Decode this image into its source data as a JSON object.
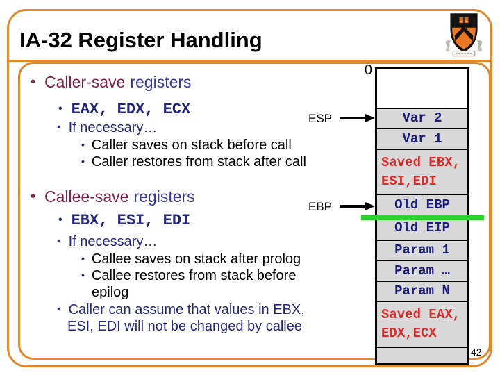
{
  "title": "IA-32 Register Handling",
  "page_number": "42",
  "bullet_glyph": "•",
  "caller_section": {
    "heading_accent": "Caller-save",
    "heading_rest": "registers",
    "registers_mono": "EAX, EDX, ECX",
    "if_necessary": "If necessary…",
    "sub1": "Caller saves on stack before call",
    "sub2": "Caller restores from stack after call"
  },
  "callee_section": {
    "heading_accent": "Callee-save",
    "heading_rest": "registers",
    "registers_mono": "EBX, ESI, EDI",
    "if_necessary": "If necessary…",
    "sub1": "Callee saves on stack after prolog",
    "sub2_line1": "Callee restores from stack before",
    "sub2_line2": "epilog",
    "note_line1": "Caller can assume that values in EBX,",
    "note_line2": "ESI, EDI will not be changed by callee"
  },
  "stack_diagram": {
    "zero_label": "0",
    "esp_label": "ESP",
    "ebp_label": "EBP",
    "cells": [
      {
        "text": "",
        "style": "empty-white"
      },
      {
        "text": "Var 2",
        "style": "navy"
      },
      {
        "text": "Var 1",
        "style": "navy"
      },
      {
        "text": "Saved EBX, ESI,EDI",
        "style": "red"
      },
      {
        "text": "Old EBP",
        "style": "navy"
      },
      {
        "text": "Old EIP",
        "style": "navy"
      },
      {
        "text": "Param 1",
        "style": "navy"
      },
      {
        "text": "Param …",
        "style": "navy"
      },
      {
        "text": "Param N",
        "style": "navy"
      },
      {
        "text": "Saved EAX, EDX,ECX",
        "style": "red"
      },
      {
        "text": "",
        "style": "empty-gray"
      }
    ]
  },
  "icons": {
    "logo": "princeton-shield-logo",
    "esp_arrow": "right-arrow",
    "ebp_arrow": "right-arrow"
  },
  "colors": {
    "frame_orange": "#E0882B",
    "heading_maroon": "#7D2248",
    "heading_blue": "#3A3A9E",
    "body_navy": "#26267F",
    "stack_text_navy": "#1C1C7A",
    "stack_text_red": "#DB2B2B",
    "highlight_green": "#2ED32E",
    "cell_gray": "#D9D9D9"
  }
}
